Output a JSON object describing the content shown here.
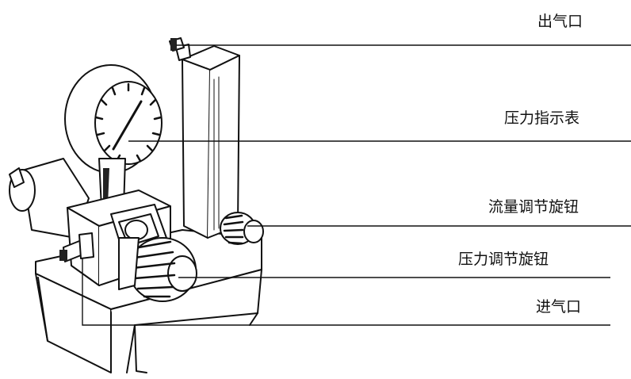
{
  "labels": {
    "outlet": "出气口",
    "pressure_gauge": "压力指示表",
    "flow_knob": "流量调节旋钮",
    "pressure_knob": "压力调节旋钮",
    "inlet": "进气口"
  },
  "colors": {
    "line": "#111111",
    "fill": "#ffffff",
    "shade": "#222222"
  }
}
